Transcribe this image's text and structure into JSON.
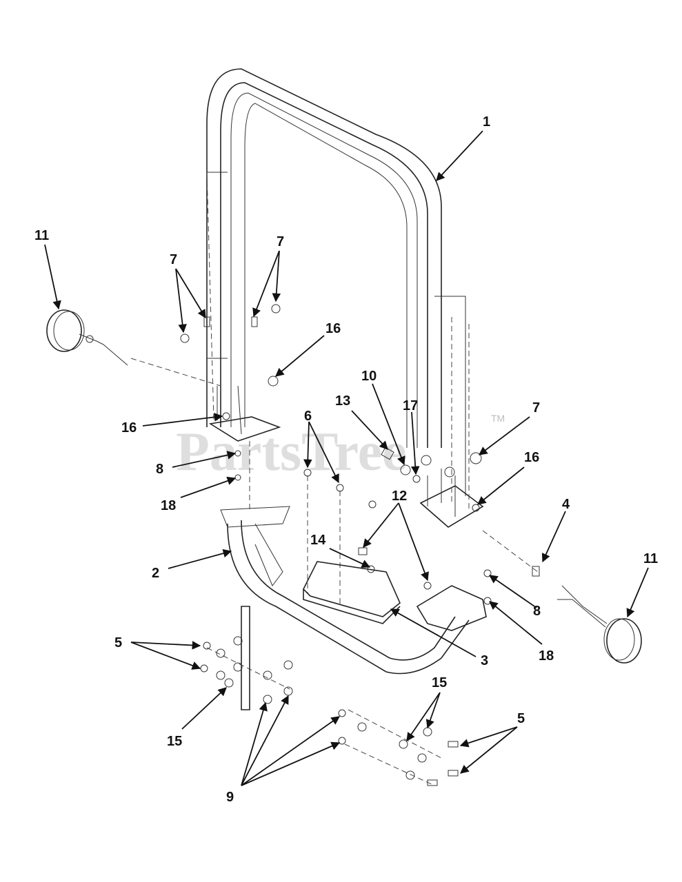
{
  "watermark": {
    "text": "PartsTree",
    "tm": "TM"
  },
  "callouts": [
    {
      "id": "c1a",
      "label": "1"
    },
    {
      "id": "c2",
      "label": "2"
    },
    {
      "id": "c3",
      "label": "3"
    },
    {
      "id": "c4",
      "label": "4"
    },
    {
      "id": "c5a",
      "label": "5"
    },
    {
      "id": "c5b",
      "label": "5"
    },
    {
      "id": "c6",
      "label": "6"
    },
    {
      "id": "c7a",
      "label": "7"
    },
    {
      "id": "c7b",
      "label": "7"
    },
    {
      "id": "c7c",
      "label": "7"
    },
    {
      "id": "c8a",
      "label": "8"
    },
    {
      "id": "c8b",
      "label": "8"
    },
    {
      "id": "c9",
      "label": "9"
    },
    {
      "id": "c10",
      "label": "10"
    },
    {
      "id": "c11a",
      "label": "11"
    },
    {
      "id": "c11b",
      "label": "11"
    },
    {
      "id": "c12",
      "label": "12"
    },
    {
      "id": "c13",
      "label": "13"
    },
    {
      "id": "c14",
      "label": "14"
    },
    {
      "id": "c15a",
      "label": "15"
    },
    {
      "id": "c15b",
      "label": "15"
    },
    {
      "id": "c16a",
      "label": "16"
    },
    {
      "id": "c16b",
      "label": "16"
    },
    {
      "id": "c16c",
      "label": "16"
    },
    {
      "id": "c17",
      "label": "17"
    },
    {
      "id": "c18a",
      "label": "18"
    },
    {
      "id": "c18b",
      "label": "18"
    }
  ]
}
